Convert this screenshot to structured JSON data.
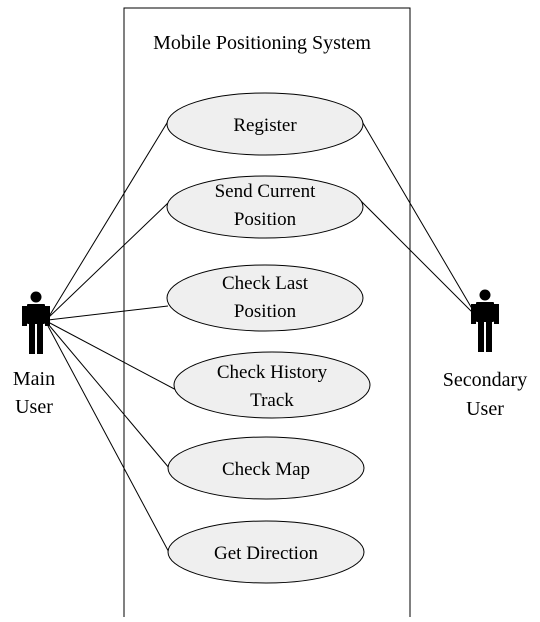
{
  "system": {
    "title": "Mobile Positioning System"
  },
  "actors": {
    "main": {
      "line1": "Main",
      "line2": "User",
      "icon": "stick-figure-icon"
    },
    "secondary": {
      "line1": "Secondary",
      "line2": "User",
      "icon": "stick-figure-icon"
    }
  },
  "use_cases": [
    {
      "line1": "Register",
      "line2": ""
    },
    {
      "line1": "Send Current",
      "line2": "Position"
    },
    {
      "line1": "Check Last",
      "line2": "Position"
    },
    {
      "line1": "Check History",
      "line2": "Track"
    },
    {
      "line1": "Check Map",
      "line2": ""
    },
    {
      "line1": "Get Direction",
      "line2": ""
    }
  ],
  "colors": {
    "use_case_fill": "#efefef",
    "stroke": "#000000"
  }
}
